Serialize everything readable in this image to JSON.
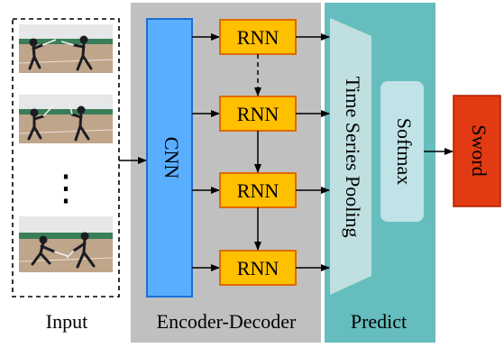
{
  "labels": {
    "input": "Input",
    "encoder_decoder": "Encoder-Decoder",
    "predict": "Predict",
    "cnn": "CNN",
    "rnn": [
      "RNN",
      "RNN",
      "RNN",
      "RNN"
    ],
    "pooling": "Time Series Pooling",
    "softmax": "Softmax",
    "output": "Sword"
  },
  "ellipsis": "⋮",
  "colors": {
    "encoder_panel": "#c0c0c0",
    "predict_panel": "#66bdbd",
    "cnn_fill": "#5aaeff",
    "cnn_stroke": "#1a6fd6",
    "rnn_fill": "#ffc000",
    "rnn_stroke": "#e06a00",
    "pooling_fill": "#bfdfe0",
    "softmax_fill": "#bfe3e6",
    "output_fill": "#e23a12",
    "output_stroke": "#b02000"
  }
}
